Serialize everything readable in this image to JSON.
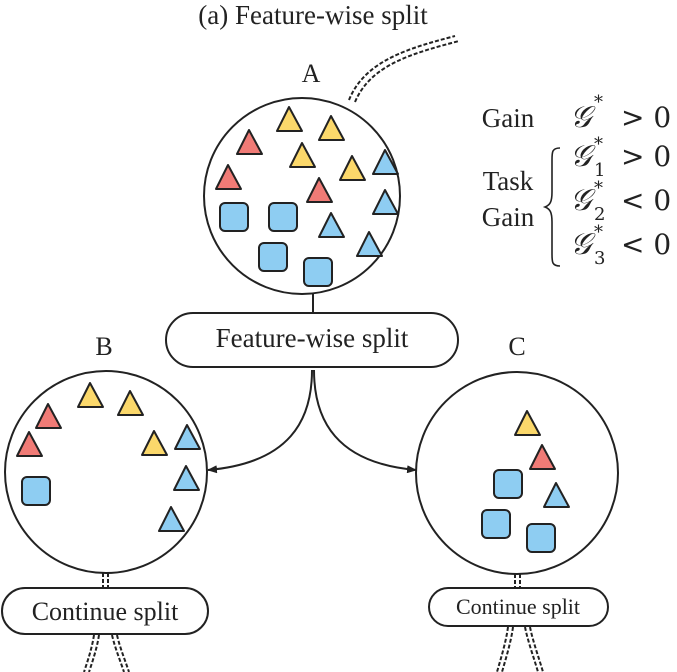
{
  "title": "(a) Feature-wise split",
  "nodes": {
    "a": {
      "label": "A"
    },
    "b": {
      "label": "B"
    },
    "c": {
      "label": "C"
    }
  },
  "split_box": {
    "label": "Feature-wise split"
  },
  "continue_left": {
    "label": "Continue split"
  },
  "continue_right": {
    "label": "Continue split"
  },
  "legend": {
    "gain_label": "Gain",
    "gain_symbol": "𝒢",
    "gain_sup": "*",
    "gain_relation": "> 0",
    "task_gain_label_line1": "Task",
    "task_gain_label_line2": "Gain",
    "task_gains": [
      {
        "symbol": "𝒢",
        "sup": "*",
        "sub": "1",
        "relation": "> 0"
      },
      {
        "symbol": "𝒢",
        "sup": "*",
        "sub": "2",
        "relation": "< 0"
      },
      {
        "symbol": "𝒢",
        "sup": "*",
        "sub": "3",
        "relation": "< 0"
      }
    ]
  },
  "colors": {
    "red": "#f07b76",
    "yellow": "#fbd86b",
    "blue": "#8ecdf2",
    "stroke": "#222222"
  }
}
